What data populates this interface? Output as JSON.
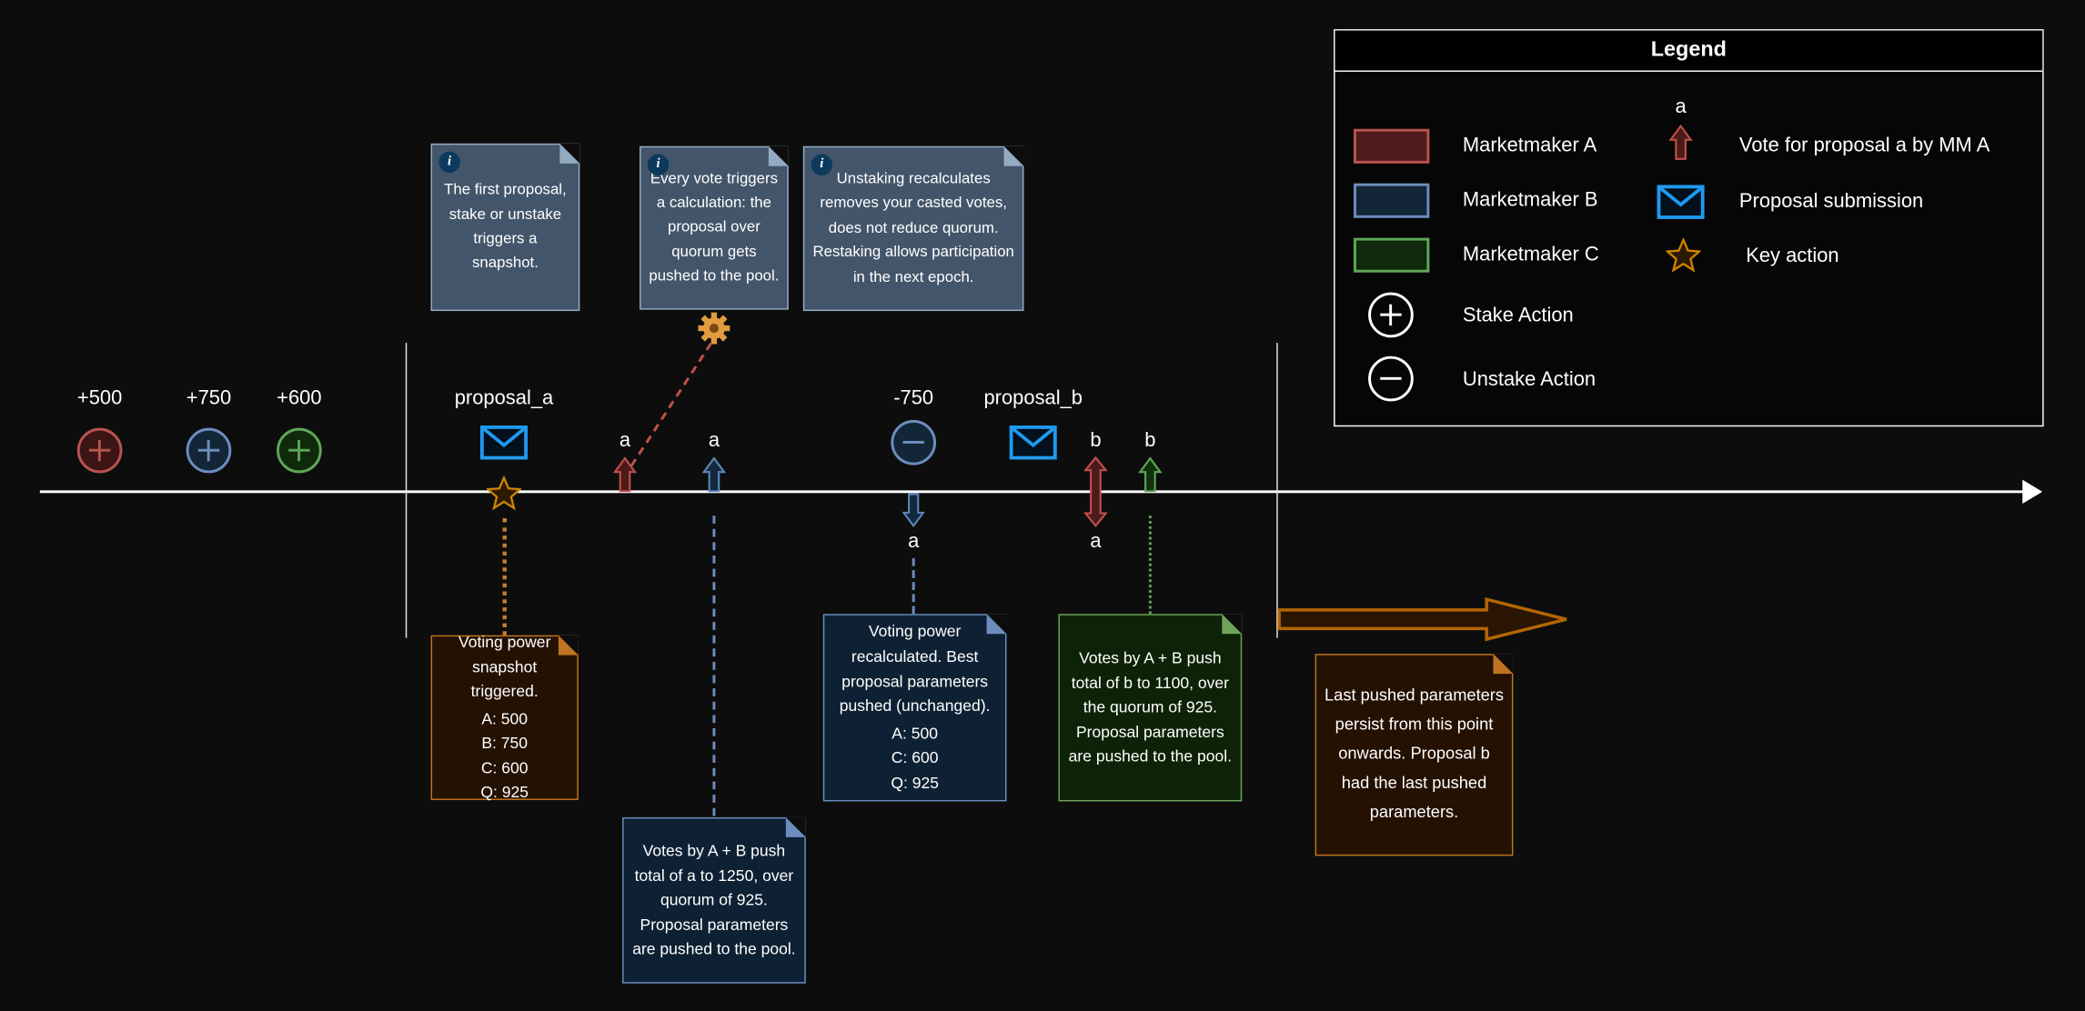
{
  "colors": {
    "background": "#0d0d0d",
    "marketmaker_a": "#b85450",
    "marketmaker_b": "#6c8ebf",
    "marketmaker_c": "#5fa758",
    "key_action_orange": "#c77f2e",
    "envelope_blue": "#1e9bf0",
    "timeline": "#ffffff"
  },
  "icons": {
    "info_glyph": "i"
  },
  "legend": {
    "title": "Legend",
    "mm_a_label": "Marketmaker A",
    "mm_b_label": "Marketmaker B",
    "mm_c_label": "Marketmaker C",
    "stake_label": "Stake Action",
    "unstake_label": "Unstake Action",
    "vote_letter": "a",
    "vote_label": "Vote for proposal a by MM A",
    "proposal_label": "Proposal submission",
    "key_action_label": "Key action"
  },
  "stake_events": {
    "stake_a": "+500",
    "stake_b": "+750",
    "stake_c": "+600",
    "unstake_b": "-750"
  },
  "proposals": {
    "a": "proposal_a",
    "b": "proposal_b"
  },
  "vote_labels": {
    "a_by_mma": "a",
    "a_by_mmb": "a",
    "a_by_mmb_removed": "a",
    "b_by_mma": "b",
    "a_by_mma_removed": "a",
    "b_by_mmc": "b"
  },
  "info_notes": {
    "snapshot_trigger": "The first proposal, stake or unstake triggers a snapshot.",
    "vote_calculation": "Every vote triggers a calculation: the proposal over quorum gets pushed to the pool.",
    "unstaking": "Unstaking recalculates removes your casted votes, does not reduce quorum. Restaking allows participation in the next epoch."
  },
  "notes": {
    "snapshot": {
      "text": "Voting power snapshot triggered.",
      "stats": [
        "A: 500",
        "B: 750",
        "C: 600",
        "Q: 925"
      ]
    },
    "vote_a_push": {
      "text": "Votes by A + B push total of a to 1250, over quorum of 925. Proposal parameters are pushed to the pool."
    },
    "recalc": {
      "text": "Voting power recalculated. Best proposal parameters pushed (unchanged).",
      "stats": [
        "A: 500",
        "C: 600",
        "Q: 925"
      ]
    },
    "vote_b_push": {
      "text": "Votes by A + B push total of b to 1100, over the quorum of 925. Proposal parameters are pushed to the pool."
    },
    "persist": {
      "text": "Last pushed parameters persist from this point onwards. Proposal b had the last pushed parameters."
    }
  }
}
